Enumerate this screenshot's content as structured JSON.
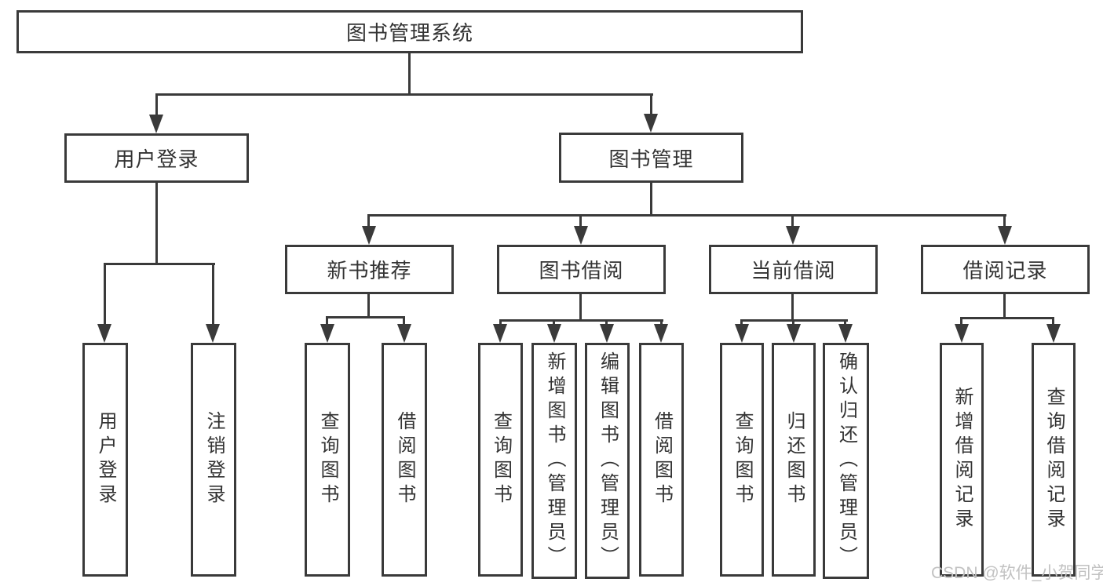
{
  "diagram": {
    "title_node": {
      "label": "图书管理系统"
    },
    "level2": {
      "login": {
        "label": "用户登录"
      },
      "mgmt": {
        "label": "图书管理"
      }
    },
    "level3": {
      "recommend": {
        "label": "新书推荐"
      },
      "borrow": {
        "label": "图书借阅"
      },
      "current": {
        "label": "当前借阅"
      },
      "history": {
        "label": "借阅记录"
      }
    },
    "leaves": [
      {
        "label": "用户登录",
        "parent": "用户登录"
      },
      {
        "label": "注销登录",
        "parent": "用户登录"
      },
      {
        "label": "查询图书",
        "parent": "新书推荐"
      },
      {
        "label": "借阅图书",
        "parent": "新书推荐"
      },
      {
        "label": "查询图书",
        "parent": "图书借阅"
      },
      {
        "label": "新增图书（管理员）",
        "parent": "图书借阅"
      },
      {
        "label": "编辑图书（管理员）",
        "parent": "图书借阅"
      },
      {
        "label": "借阅图书",
        "parent": "图书借阅"
      },
      {
        "label": "查询图书",
        "parent": "当前借阅"
      },
      {
        "label": "归还图书",
        "parent": "当前借阅"
      },
      {
        "label": "确认归还（管理员）",
        "parent": "当前借阅"
      },
      {
        "label": "新增借阅记录",
        "parent": "借阅记录"
      },
      {
        "label": "查询借阅记录",
        "parent": "借阅记录"
      }
    ],
    "colors": {
      "line": "#3a3a3a",
      "text": "#333333",
      "watermark": "#c2c2c2",
      "background": "#ffffff"
    },
    "watermark": {
      "text": "CSDN @软件_小贺同学"
    }
  }
}
